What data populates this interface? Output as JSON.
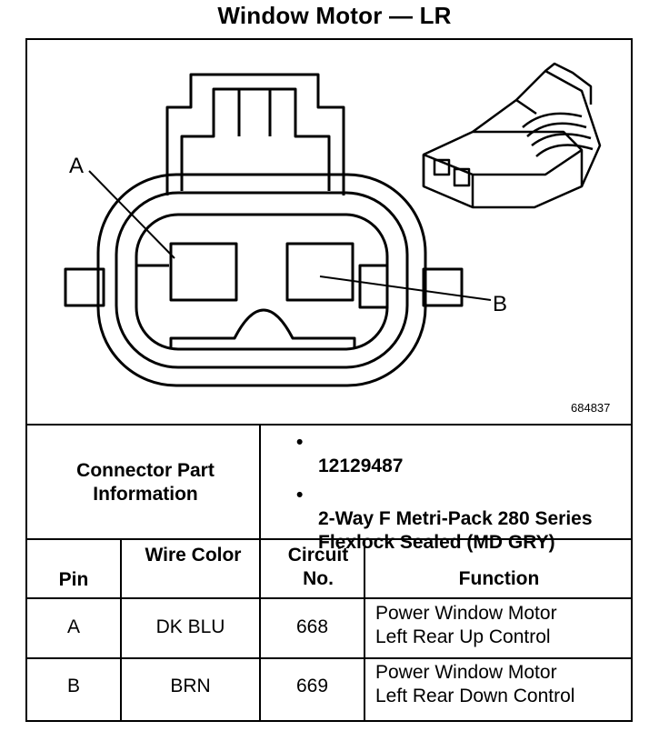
{
  "title": "Window Motor — LR",
  "diagram": {
    "figure_id": "684837",
    "pin_callouts": [
      "A",
      "B"
    ]
  },
  "connector_info": {
    "label": "Connector Part Information",
    "items": [
      "12129487",
      "2-Way F Metri-Pack 280 Series Flexlock Sealed (MD GRY)"
    ]
  },
  "table": {
    "headers": {
      "pin": "Pin",
      "wire_color": "Wire Color",
      "circuit_no": "Circuit No.",
      "function": "Function"
    },
    "rows": [
      {
        "pin": "A",
        "wire_color": "DK BLU",
        "circuit_no": "668",
        "function": "Power Window Motor\nLeft Rear Up Control"
      },
      {
        "pin": "B",
        "wire_color": "BRN",
        "circuit_no": "669",
        "function": "Power Window Motor\nLeft Rear Down Control"
      }
    ]
  }
}
